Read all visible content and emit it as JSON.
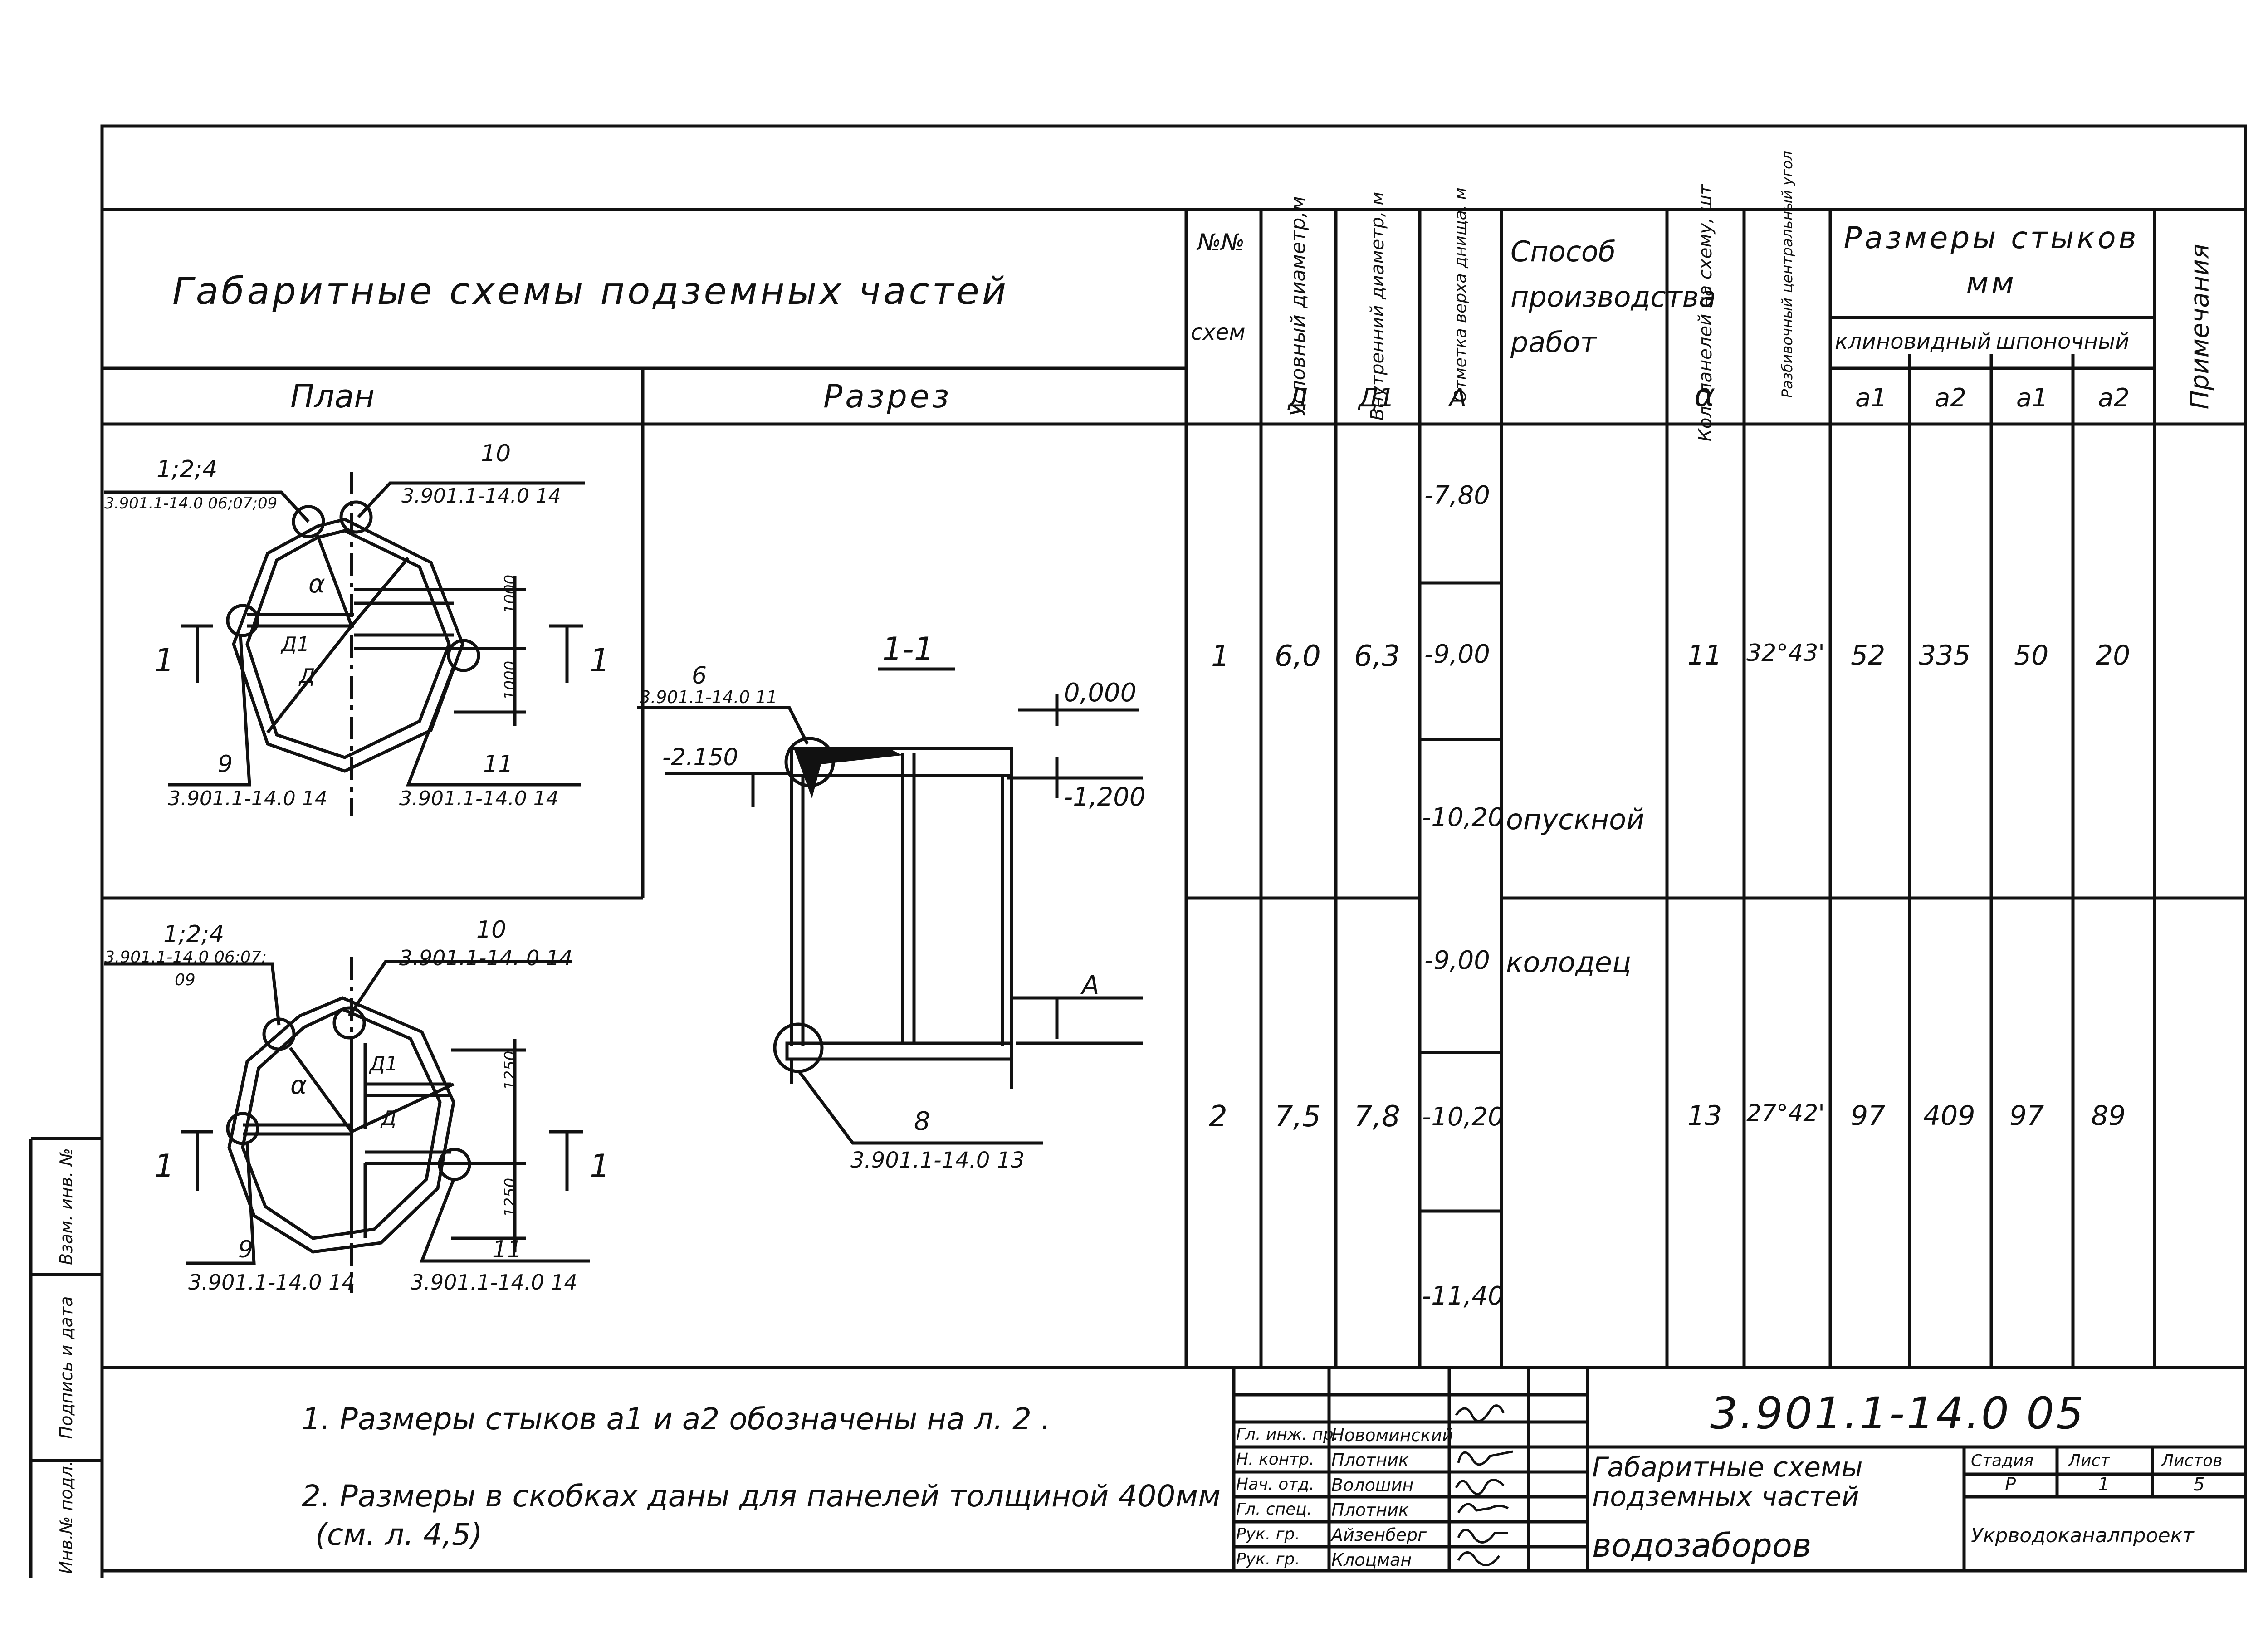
{
  "sheet_title": "Габаритные схемы подземных частей",
  "plan_label": "План",
  "section_label": "Разрез",
  "section_name": "1-1",
  "headers": {
    "scheme_no": "№№",
    "scheme_no_2": "схем",
    "cond_diam": "Условный диаметр,м",
    "inner_diam": "Внутренний диаметр, м",
    "bottom_mark": "Отметка верха днища, м",
    "method": "Способ производства работ",
    "panels_count": "Кол. панелей на схему, шт",
    "angle": "Разбивочный центральный угол",
    "joint_sizes": "Размеры стыков мм",
    "wedge": "клиновидный",
    "key": "шпоночный",
    "notes": "Примечания",
    "sym_d": "Д",
    "sym_d1": "Д1",
    "sym_a": "А",
    "sym_alpha": "α",
    "sym_a1": "а1",
    "sym_a2": "а2",
    "sym_a1b": "а1",
    "sym_a2b": "а2"
  },
  "marks": [
    "-7,80",
    "-9,00",
    "-10,20",
    "-9,00",
    "-10,20",
    "-11,40"
  ],
  "method_values": [
    "опускной",
    "колодец"
  ],
  "rows": [
    {
      "scheme": "1",
      "d": "6,0",
      "d1": "6,3",
      "panels": "11",
      "angle": "32°43'",
      "a1": "52",
      "a2": "335",
      "b1": "50",
      "b2": "20"
    },
    {
      "scheme": "2",
      "d": "7,5",
      "d1": "7,8",
      "panels": "13",
      "angle": "27°42'",
      "a1": "97",
      "a2": "409",
      "b1": "97",
      "b2": "89"
    }
  ],
  "plan1": {
    "ref_124": "1;2;4",
    "ref_124_doc": "3.901.1-14.0 06;07;09",
    "ref_10": "10",
    "ref_10_doc": "3.901.1-14.0 14",
    "ref_9": "9",
    "ref_9_doc": "3.901.1-14.0 14",
    "ref_11": "11",
    "ref_11_doc": "3.901.1-14.0 14",
    "dim_top": "1000",
    "dim_bottom": "1000",
    "cut_left": "1",
    "cut_right": "1",
    "sym_alpha": "α",
    "sym_d1": "Д1",
    "sym_d": "Д"
  },
  "plan2": {
    "ref_124": "1;2;4",
    "ref_124_doc": "3.901.1-14.0 06;07;",
    "ref_124_doc2": "09",
    "ref_10": "10",
    "ref_10_doc": "3.901.1-14. 0 14",
    "ref_9": "9",
    "ref_9_doc": "3.901.1-14.0 14",
    "ref_11": "11",
    "ref_11_doc": "3.901.1-14.0 14",
    "dim_top": "1250",
    "dim_bottom": "1250",
    "cut_left": "1",
    "cut_right": "1",
    "sym_alpha": "α",
    "sym_d1": "Д1",
    "sym_d": "Д"
  },
  "section": {
    "ref_6": "6",
    "ref_6_doc": "3.901.1-14.0 11",
    "mark_top": "0,000",
    "mark_left": "-2.150",
    "mark_right": "-1,200",
    "mark_a": "А",
    "ref_8": "8",
    "ref_8_doc": "3.901.1-14.0 13"
  },
  "notes": [
    "1. Размеры стыков а1 и а2 обозначены на л. 2 .",
    "2. Размеры в скобках даны для панелей толщиной 400мм",
    "(см. л. 4,5)"
  ],
  "side_stamp": [
    "Инв.№ подл.",
    "Подпись и дата",
    "Взам. инв. №"
  ],
  "title_block": {
    "code": "3.901.1-14.0 05",
    "roles": [
      "Гл. инж. пр.",
      "Н. контр.",
      "Нач. отд.",
      "Гл. спец.",
      "Рук. гр.",
      "Рук. гр."
    ],
    "names": [
      "Новоминский",
      "Плотник",
      "Волошин",
      "Плотник",
      "Айзенберг",
      "Клоцман"
    ],
    "title_lines": [
      "Габаритные схемы",
      "подземных частей",
      "водозаборов"
    ],
    "stage_label": "Стадия",
    "sheet_label": "Лист",
    "sheets_label": "Листов",
    "stage": "Р",
    "sheet": "1",
    "sheets": "5",
    "org": "Укрводоканалпроект"
  }
}
